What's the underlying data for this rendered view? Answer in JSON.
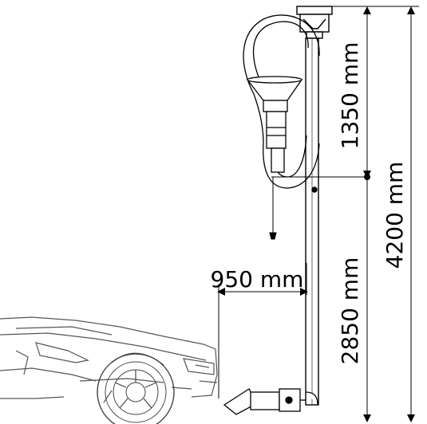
{
  "dimensions": {
    "reel_to_pivot": "1350 mm",
    "total_height": "4200 mm",
    "reach": "950 mm",
    "pivot_to_floor": "2850 mm"
  },
  "colors": {
    "line": "#000000",
    "background": "#ffffff",
    "tube_fill": "#ffffff"
  }
}
